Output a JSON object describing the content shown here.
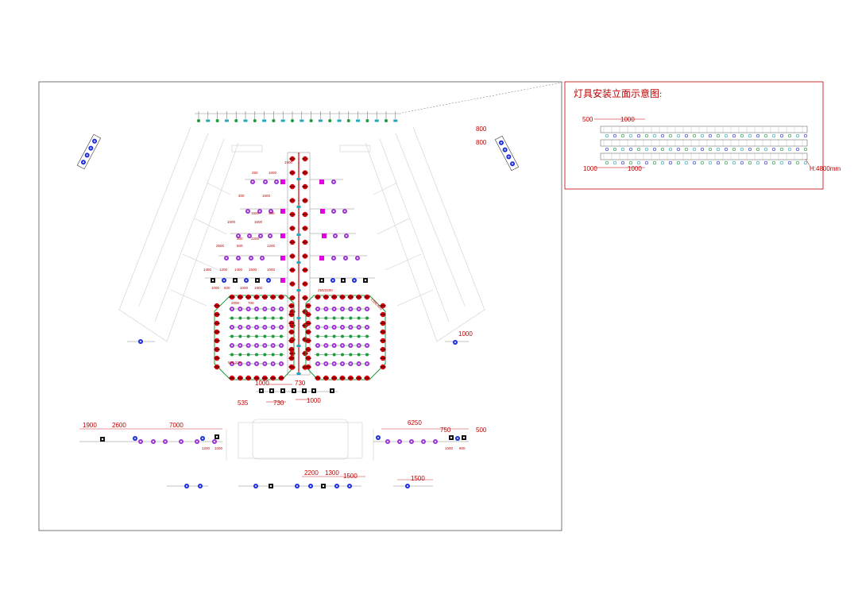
{
  "elevation": {
    "title": "灯具安装立面示意图:",
    "dim_top": [
      "500",
      "1000"
    ],
    "dim_bottom": [
      "1000",
      "1000"
    ],
    "height_label": "H:4800mm"
  },
  "plan": {
    "right_side": [
      "800",
      "800"
    ],
    "side_right_1000": "1000",
    "truss_labels": [
      "250",
      "1000",
      "300",
      "1600",
      "1500",
      "300",
      "1000",
      "1600",
      "300",
      "2200",
      "2500",
      "500",
      "1200",
      "1400",
      "1200",
      "1400",
      "1500",
      "1000",
      "1000",
      "500",
      "1000",
      "1900",
      "2000",
      "700"
    ],
    "truss_center": "1500",
    "block_label_left": "530,230",
    "block_label_right": "1200,400",
    "front": [
      "1000",
      "730",
      "535",
      "730",
      "1000"
    ],
    "bottom_left": [
      "1900",
      "2600",
      "7000",
      "1200",
      "1000"
    ],
    "bottom_right": [
      "6250",
      "750",
      "500",
      "1000",
      "800"
    ],
    "bottom_row": [
      "2200",
      "1300",
      "1500",
      "1500"
    ]
  },
  "colors": {
    "red": "#d4000d",
    "purple": "#9b30d0",
    "magenta": "#e000e0",
    "blue": "#1d2bd6",
    "cyan": "#20a8b8",
    "green": "#1f9a3c",
    "dim": "#c00000"
  }
}
